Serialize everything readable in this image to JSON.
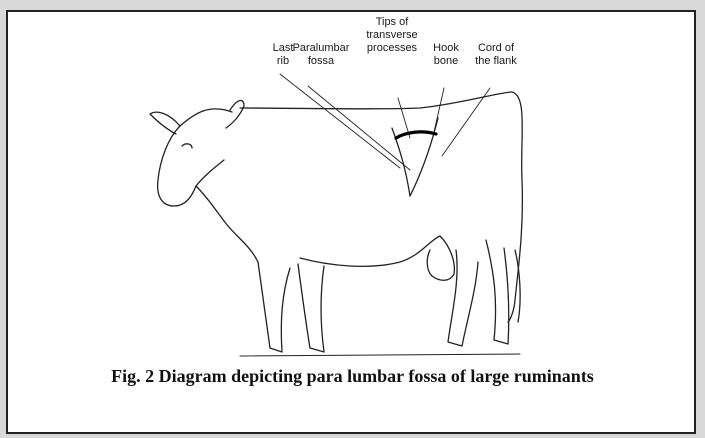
{
  "labels": {
    "last_rib": "Last\nrib",
    "paralumbar_fossa": "Paralumbar\nfossa",
    "tips_transverse": "Tips of\ntransverse\nprocesses",
    "hook_bone": "Hook\nbone",
    "cord_flank": "Cord of\nthe flank"
  },
  "caption": "Fig. 2 Diagram depicting para lumbar fossa of large ruminants"
}
